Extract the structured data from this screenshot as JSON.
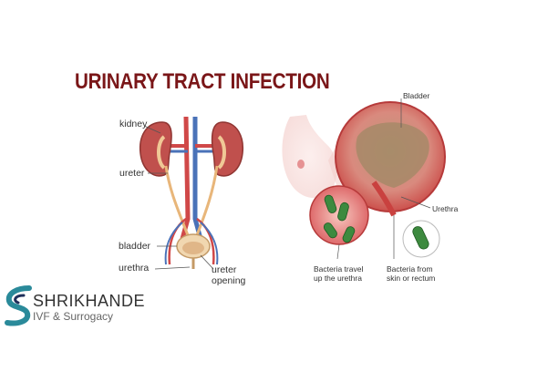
{
  "title": "URINARY TRACT INFECTION",
  "left_diagram": {
    "labels": {
      "kidney": "kidney",
      "ureter": "ureter",
      "bladder": "bladder",
      "urethra": "urethra",
      "ureter_opening_1": "ureter",
      "ureter_opening_2": "opening"
    }
  },
  "right_diagram": {
    "labels": {
      "bladder": "Bladder",
      "urethra": "Urethra",
      "bacteria_travel_1": "Bacteria travel",
      "bacteria_travel_2": "up the urethra",
      "bacteria_from_1": "Bacteria from",
      "bacteria_from_2": "skin or rectum"
    }
  },
  "brand": {
    "name": "SHRIKHANDE",
    "tagline": "IVF & Surrogacy",
    "logo_icon": "teal-s-swoosh-icon",
    "colors": {
      "teal": "#2a8a9a",
      "navy": "#1f2e5a"
    }
  },
  "colors": {
    "title": "#7a1618",
    "kidney": "#c0504d",
    "artery": "#d04848",
    "vein": "#4a72b8",
    "ureter": "#f0c896",
    "bladder_pink": "#e8a0a0",
    "bacteria": "#3d8a3f"
  }
}
